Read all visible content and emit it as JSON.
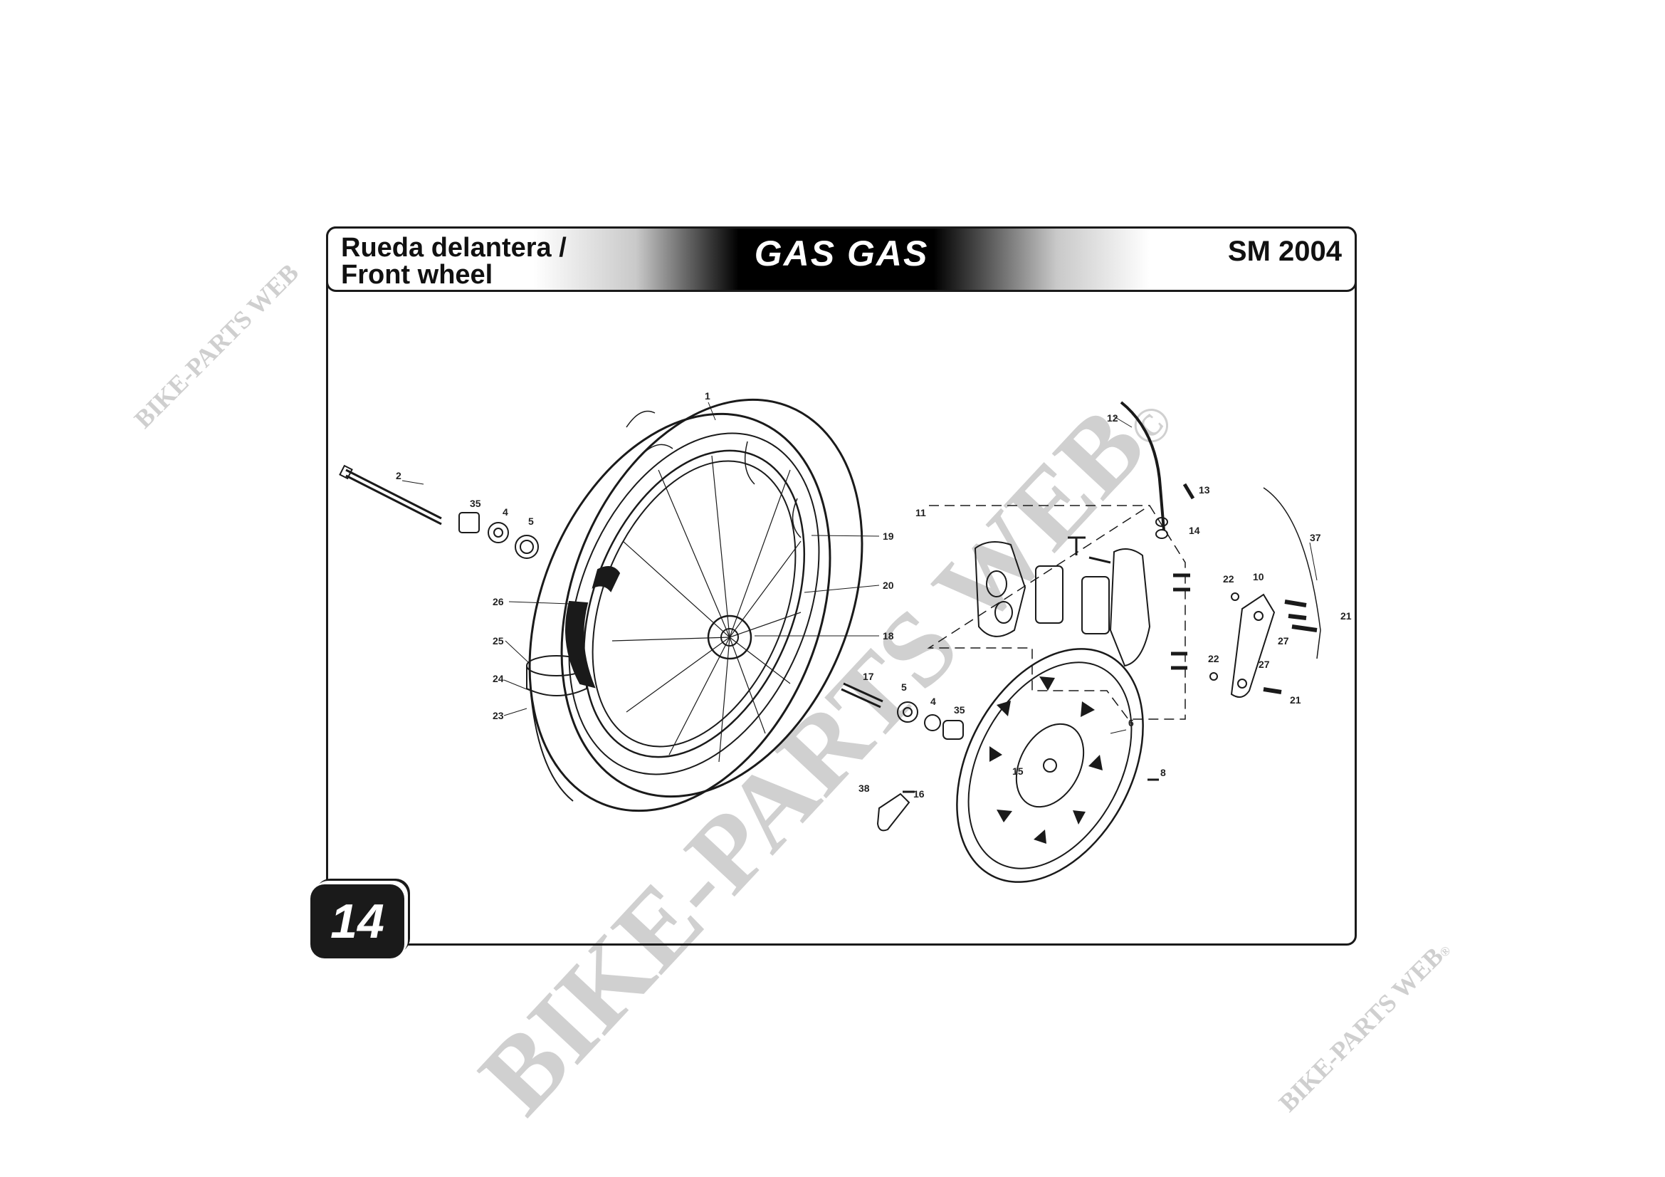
{
  "header": {
    "title_es": "Rueda delantera /",
    "title_en": "Front wheel",
    "brand": "GAS GAS",
    "model": "SM 2004"
  },
  "page_number": "14",
  "watermark": {
    "big": "BIKE-PARTS WEB",
    "copyright": "©",
    "small_top": "BIKE-PARTS WEB",
    "small_bottom": "BIKE-PARTS WEB",
    "small_mark": "®"
  },
  "callouts": {
    "c1": "1",
    "c2": "2",
    "c35a": "35",
    "c4a": "4",
    "c5a": "5",
    "c26": "26",
    "c25": "25",
    "c24": "24",
    "c23": "23",
    "c19": "19",
    "c20": "20",
    "c18": "18",
    "c17": "17",
    "c5b": "5",
    "c4b": "4",
    "c35b": "35",
    "c38": "38",
    "c16": "16",
    "c11": "11",
    "c12": "12",
    "c13": "13",
    "c14": "14",
    "c15": "15",
    "c6": "6",
    "c8": "8",
    "c37": "37",
    "c22a": "22",
    "c10": "10",
    "c21a": "21",
    "c27a": "27",
    "c22b": "22",
    "c27b": "27",
    "c21b": "21"
  },
  "colors": {
    "ink": "#1a1a1a",
    "watermark": "#d0d0d0",
    "paper": "#ffffff"
  }
}
